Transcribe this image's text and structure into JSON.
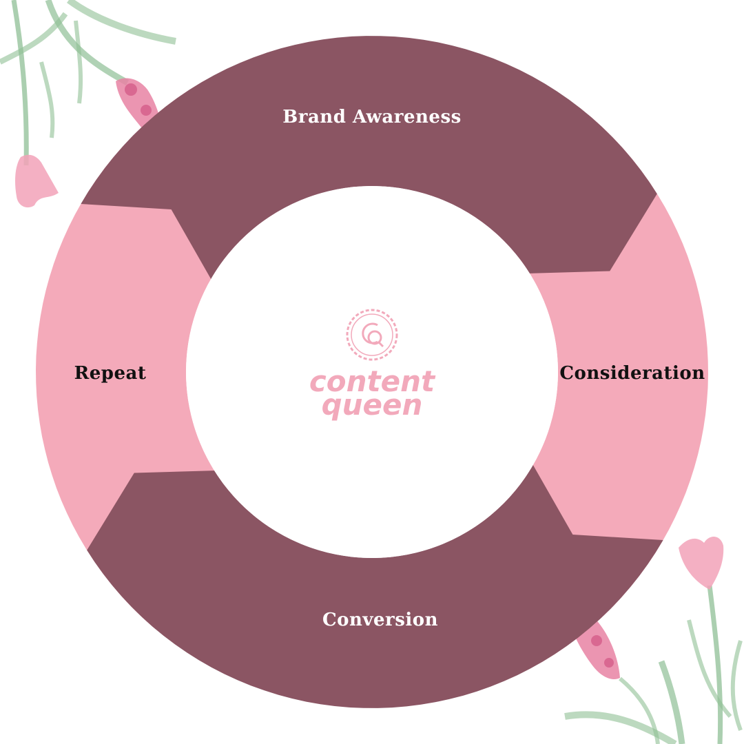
{
  "colors": {
    "dark_segment": "#8b5563",
    "light_segment": "#f4aaba",
    "logo_pink": "#f2a9bb",
    "leaf_green": "#8fbf95",
    "flower_pink": "#e882a3"
  },
  "segments": [
    {
      "label": "Brand Awareness",
      "tone": "dark"
    },
    {
      "label": "Consideration",
      "tone": "light"
    },
    {
      "label": "Conversion",
      "tone": "dark"
    },
    {
      "label": "Repeat",
      "tone": "light"
    }
  ],
  "logo": {
    "emblem": "cq-monogram-icon",
    "line1": "content",
    "line2": "queen"
  },
  "decor": {
    "top_left": "watercolor-lavender-icon",
    "bottom_right": "watercolor-lavender-icon"
  }
}
